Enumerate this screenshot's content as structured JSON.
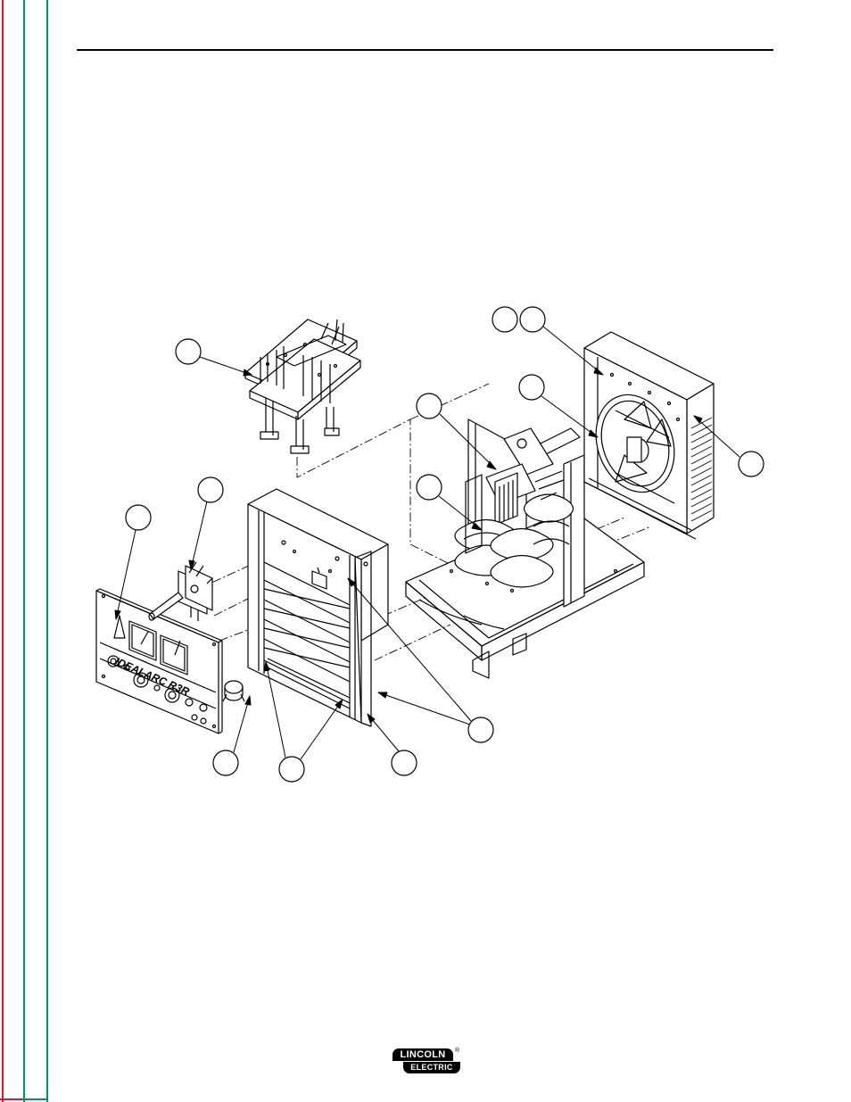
{
  "page": {
    "edge_colors": {
      "red": "#e8112d",
      "green": "#00965e"
    }
  },
  "figure": {
    "panel_text": "IDEALARC R3R"
  },
  "footer": {
    "logo_line1": "LINCOLN",
    "logo_line2": "ELECTRIC",
    "logo_mark": "®"
  }
}
